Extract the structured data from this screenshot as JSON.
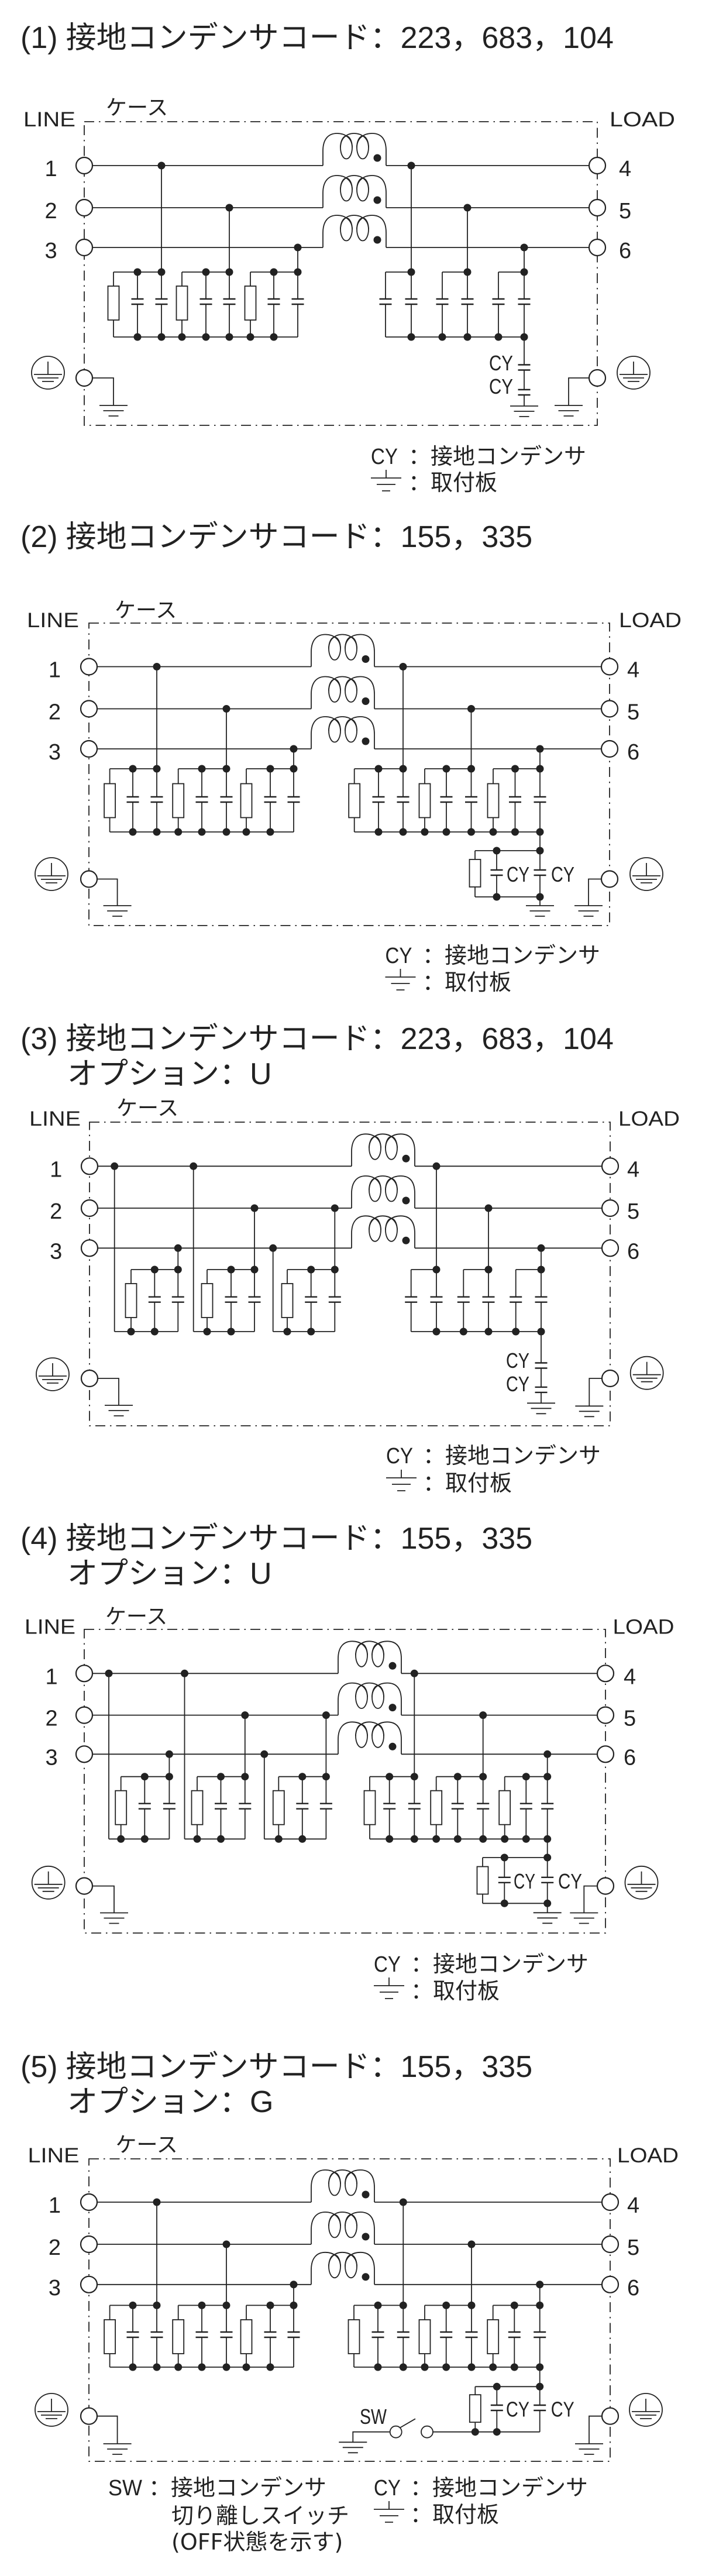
{
  "colors": {
    "ink": "#222222",
    "background": "#ffffff"
  },
  "icons": {
    "terminal": "terminal-circle-icon",
    "protective_earth": "protective-earth-icon",
    "ground": "ground-icon",
    "choke": "common-mode-choke-icon",
    "capacitor": "capacitor-icon",
    "resistor": "resistor-icon",
    "switch": "switch-icon"
  },
  "diagrams": [
    {
      "number": "(1)",
      "title_label": "接地コンデンサコード",
      "separator": "：",
      "codes": "223，683，104",
      "line_label": "LINE",
      "load_label": "LOAD",
      "case_label": "ケース",
      "line_terminals": [
        "1",
        "2",
        "3"
      ],
      "load_terminals": [
        "4",
        "5",
        "6"
      ],
      "cy_labels": [
        "CY",
        "CY"
      ],
      "legend": [
        {
          "symbol": "CY",
          "separator": "：",
          "text": "接地コンデンサ"
        },
        {
          "icon": "ground-icon",
          "separator": "：",
          "text": "取付板"
        }
      ]
    },
    {
      "number": "(2)",
      "title_label": "接地コンデンサコード",
      "separator": "：",
      "codes": "155，335",
      "line_label": "LINE",
      "load_label": "LOAD",
      "case_label": "ケース",
      "line_terminals": [
        "1",
        "2",
        "3"
      ],
      "load_terminals": [
        "4",
        "5",
        "6"
      ],
      "cy_labels": [
        "CY",
        "CY"
      ],
      "legend": [
        {
          "symbol": "CY",
          "separator": "：",
          "text": "接地コンデンサ"
        },
        {
          "icon": "ground-icon",
          "separator": "：",
          "text": "取付板"
        }
      ]
    },
    {
      "number": "(3)",
      "title_label": "接地コンデンサコード",
      "separator": "：",
      "codes": "223，683，104",
      "option_label": "オプション",
      "option_value": "U",
      "line_label": "LINE",
      "load_label": "LOAD",
      "case_label": "ケース",
      "line_terminals": [
        "1",
        "2",
        "3"
      ],
      "load_terminals": [
        "4",
        "5",
        "6"
      ],
      "cy_labels": [
        "CY",
        "CY"
      ],
      "legend": [
        {
          "symbol": "CY",
          "separator": "：",
          "text": "接地コンデンサ"
        },
        {
          "icon": "ground-icon",
          "separator": "：",
          "text": "取付板"
        }
      ]
    },
    {
      "number": "(4)",
      "title_label": "接地コンデンサコード",
      "separator": "：",
      "codes": "155，335",
      "option_label": "オプション",
      "option_value": "U",
      "line_label": "LINE",
      "load_label": "LOAD",
      "case_label": "ケース",
      "line_terminals": [
        "1",
        "2",
        "3"
      ],
      "load_terminals": [
        "4",
        "5",
        "6"
      ],
      "cy_labels": [
        "CY",
        "CY"
      ],
      "legend": [
        {
          "symbol": "CY",
          "separator": "：",
          "text": "接地コンデンサ"
        },
        {
          "icon": "ground-icon",
          "separator": "：",
          "text": "取付板"
        }
      ]
    },
    {
      "number": "(5)",
      "title_label": "接地コンデンサコード",
      "separator": "：",
      "codes": "155，335",
      "option_label": "オプション",
      "option_value": "G",
      "line_label": "LINE",
      "load_label": "LOAD",
      "case_label": "ケース",
      "line_terminals": [
        "1",
        "2",
        "3"
      ],
      "load_terminals": [
        "4",
        "5",
        "6"
      ],
      "cy_labels": [
        "CY",
        "CY"
      ],
      "sw_label": "SW",
      "legend_sw": {
        "symbol": "SW",
        "separator": "：",
        "lines": [
          "接地コンデンサ",
          "切り離しスイッチ",
          "(OFF状態を示す)"
        ]
      },
      "legend": [
        {
          "symbol": "CY",
          "separator": "：",
          "text": "接地コンデンサ"
        },
        {
          "icon": "ground-icon",
          "separator": "：",
          "text": "取付板"
        }
      ]
    }
  ]
}
